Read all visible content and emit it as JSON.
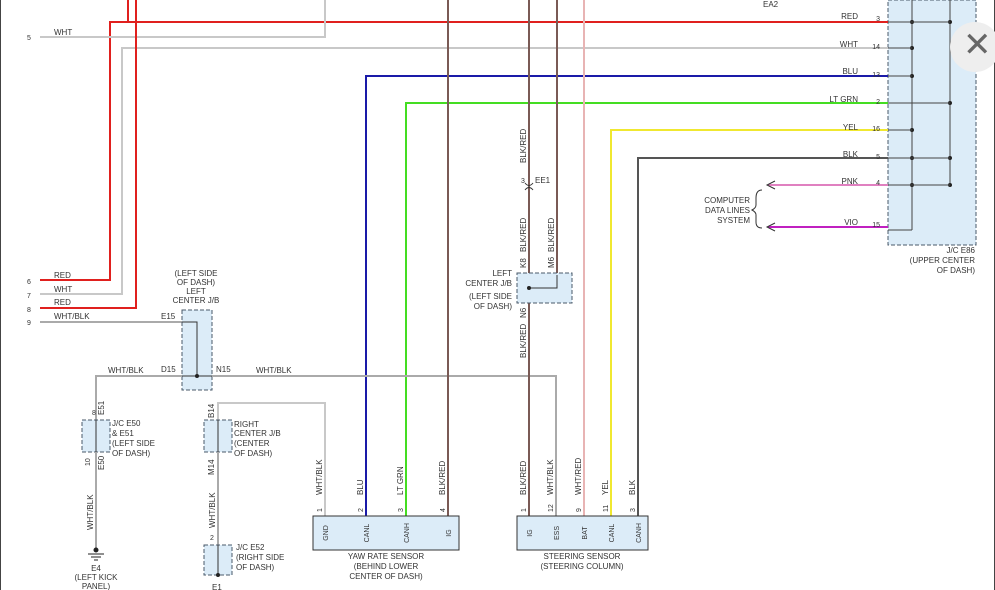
{
  "connectors": {
    "ea2": "EA2",
    "ee1": "EE1",
    "e15": "E15",
    "d15": "D15",
    "n15": "N15",
    "e51": "E51",
    "e50": "E50",
    "b14": "B14",
    "m14": "M14",
    "k8": "K8",
    "m6": "M6",
    "n6": "N6",
    "e4": "E4",
    "e1": "E1"
  },
  "wires": {
    "red": "RED",
    "wht": "WHT",
    "blu": "BLU",
    "lt_grn": "LT GRN",
    "yel": "YEL",
    "blk": "BLK",
    "pnk": "PNK",
    "vio": "VIO",
    "wht_blk": "WHT/BLK",
    "blk_red": "BLK/RED",
    "wht_red": "WHT/RED"
  },
  "pins": {
    "p3": "3",
    "p14": "14",
    "p13": "13",
    "p2": "2",
    "p16": "16",
    "p5": "5",
    "p4": "4",
    "p15": "15",
    "p6": "6",
    "p7": "7",
    "p8": "8",
    "p9": "9",
    "p1": "1",
    "p10": "10",
    "p11": "11",
    "p12": "12"
  },
  "colors": {
    "red": "#e0201e",
    "wht": "#c8c8c8",
    "blu": "#1a1aa8",
    "lt_grn": "#44dd22",
    "yel": "#f0e830",
    "blk": "#555555",
    "pnk": "#e080c0",
    "vio": "#c020c0",
    "blk_red": "#7a5a55",
    "wht_red": "#e8b4b4",
    "wht_blk": "#aaaaaa",
    "block_fill": "#dcecf8"
  },
  "jc_e86": {
    "title": "J/C E86",
    "line1": "(UPPER CENTER",
    "line2": "OF DASH)"
  },
  "computer_data": {
    "line1": "COMPUTER",
    "line2": "DATA LINES",
    "line3": "SYSTEM"
  },
  "left_jb": {
    "line1": "(LEFT SIDE",
    "line2": "OF DASH)",
    "line3": "LEFT",
    "line4": "CENTER J/B"
  },
  "left_jb2": {
    "line1": "LEFT",
    "line2": "CENTER J/B",
    "line3": "(LEFT SIDE",
    "line4": "OF DASH)"
  },
  "jc_e50": {
    "line1": "J/C E50",
    "line2": "& E51",
    "line3": "(LEFT SIDE",
    "line4": "OF DASH)"
  },
  "right_jb": {
    "line1": "RIGHT",
    "line2": "CENTER J/B",
    "line3": "(CENTER",
    "line4": "OF DASH)"
  },
  "jc_e52": {
    "line1": "J/C E52",
    "line2": "(RIGHT SIDE",
    "line3": "OF DASH)"
  },
  "ground_e4": {
    "line1": "(LEFT KICK",
    "line2": "PANEL)"
  },
  "yaw": {
    "pins": [
      "GND",
      "CANL",
      "CANH",
      "IG"
    ],
    "line1": "YAW RATE SENSOR",
    "line2": "(BEHIND LOWER",
    "line3": "CENTER OF DASH)"
  },
  "steering": {
    "pins": [
      "IG",
      "ESS",
      "BAT",
      "CANL",
      "CANH"
    ],
    "line1": "STEERING SENSOR",
    "line2": "(STEERING COLUMN)"
  },
  "close_symbol": "✕"
}
